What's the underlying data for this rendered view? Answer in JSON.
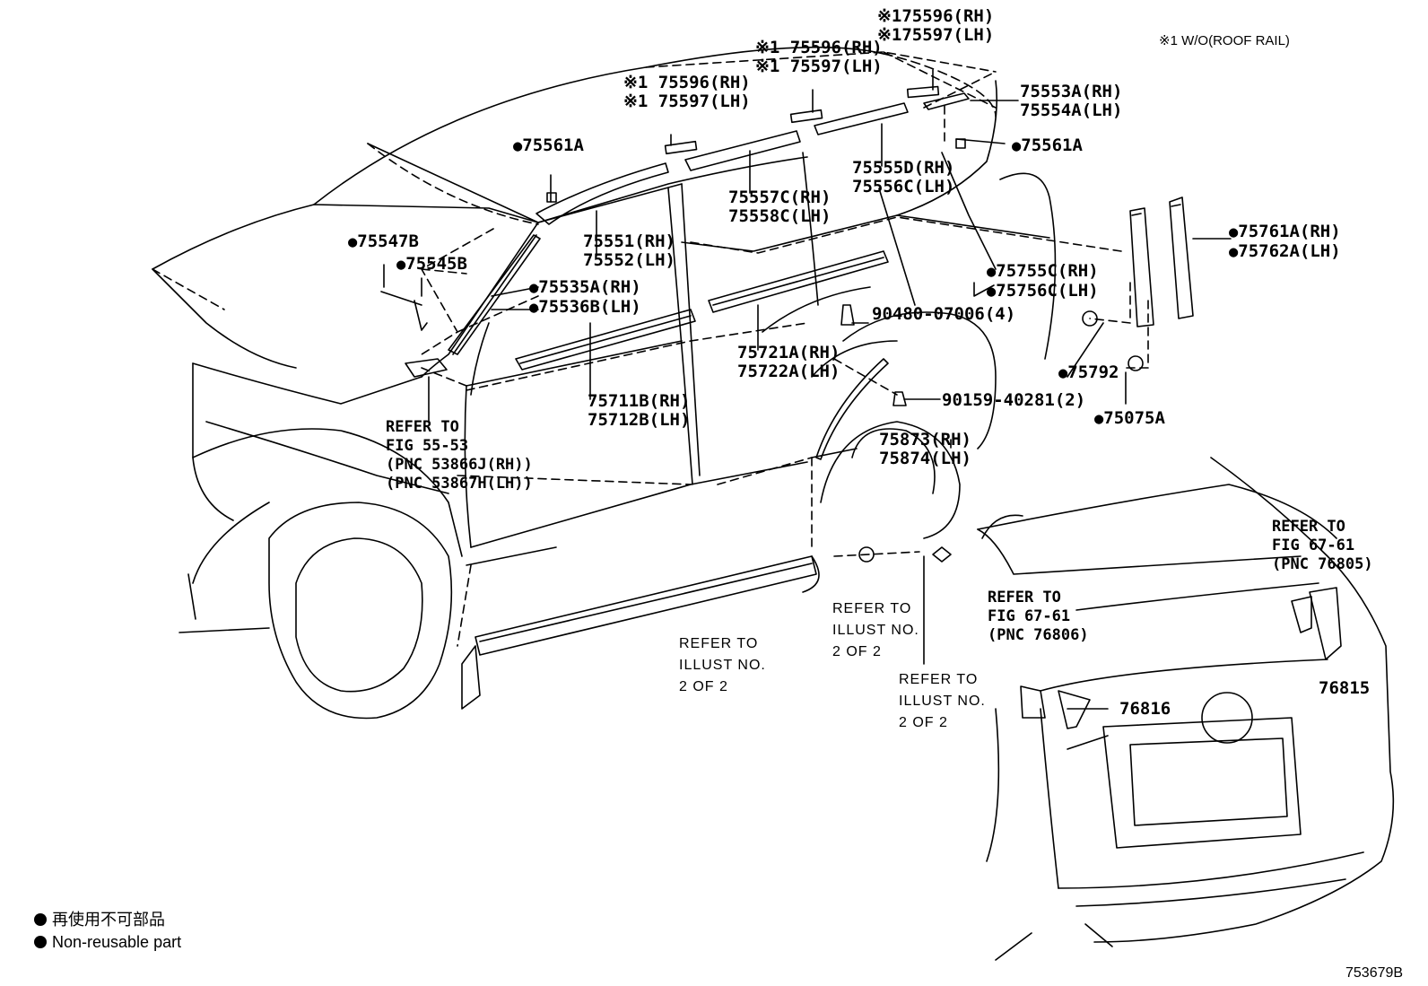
{
  "note": "※1 W/O(ROOF RAIL)",
  "diagram_id": "753679B",
  "legend": {
    "symbol": "●",
    "line_jp": "再使用不可部品",
    "line_en": "Non-reusable part"
  },
  "parts": {
    "roof_a": [
      "※175596(RH)",
      "※175597(LH)"
    ],
    "roof_b": [
      "※1 75596(RH)",
      "※1 75597(LH)"
    ],
    "roof_c": [
      "※1 75596(RH)",
      "※1 75597(LH)"
    ],
    "p75553": [
      "75553A(RH)",
      "75554A(LH)"
    ],
    "p75561_left": "75561A",
    "p75561_right": "75561A",
    "p75555": [
      "75555D(RH)",
      "75556C(LH)"
    ],
    "p75557": [
      "75557C(RH)",
      "75558C(LH)"
    ],
    "p75551": [
      "75551(RH)",
      "75552(LH)"
    ],
    "p75547": "75547B",
    "p75545": "75545B",
    "p75535": [
      "75535A(RH)",
      "75536B(LH)"
    ],
    "p75761": [
      "75761A(RH)",
      "75762A(LH)"
    ],
    "p75755": [
      "75755C(RH)",
      "75756C(LH)"
    ],
    "p90480": "90480-07006(4)",
    "p75721": [
      "75721A(RH)",
      "75722A(LH)"
    ],
    "p75711": [
      "75711B(RH)",
      "75712B(LH)"
    ],
    "p75792": "75792",
    "p90159": "90159-40281(2)",
    "p75075": "75075A",
    "p75873": [
      "75873(RH)",
      "75874(LH)"
    ],
    "p76816": "76816",
    "p76815": "76815"
  },
  "refs": {
    "fig55": [
      "REFER TO",
      "FIG 55-53",
      "(PNC 53866J(RH))",
      "(PNC 53867H(LH))"
    ],
    "fig67a": [
      "REFER TO",
      "FIG 67-61",
      "(PNC 76805)"
    ],
    "fig67b": [
      "REFER TO",
      "FIG 67-61",
      "(PNC 76806)"
    ],
    "illust1": [
      "REFER TO",
      "ILLUST NO.",
      "2 OF 2"
    ],
    "illust2": [
      "REFER TO",
      "ILLUST NO.",
      "2 OF 2"
    ],
    "illust3": [
      "REFER TO",
      "ILLUST NO.",
      "2 OF 2"
    ]
  }
}
